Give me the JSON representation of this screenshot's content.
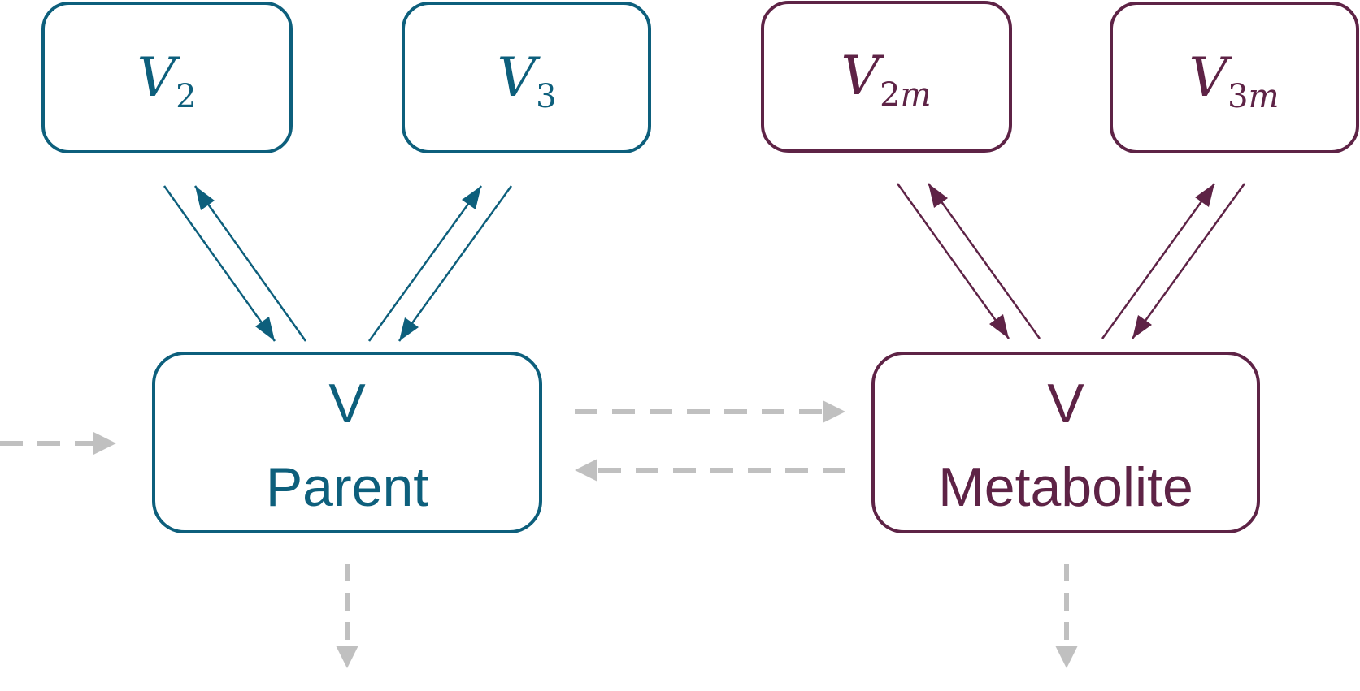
{
  "colors": {
    "parent": "#0d5f7c",
    "metabolite": "#5e2346",
    "flow": "#c0c0c0",
    "background": "#ffffff"
  },
  "peripheral": {
    "v2": {
      "symbol": "V",
      "sub": "2"
    },
    "v3": {
      "symbol": "V",
      "sub": "3"
    },
    "v2m": {
      "symbol": "V",
      "sub": "2",
      "sub_italic": "m"
    },
    "v3m": {
      "symbol": "V",
      "sub": "3",
      "sub_italic": "m"
    }
  },
  "central": {
    "parent": {
      "line1": "V",
      "line2": "Parent"
    },
    "metabolite": {
      "line1": "V",
      "line2": "Metabolite"
    }
  }
}
